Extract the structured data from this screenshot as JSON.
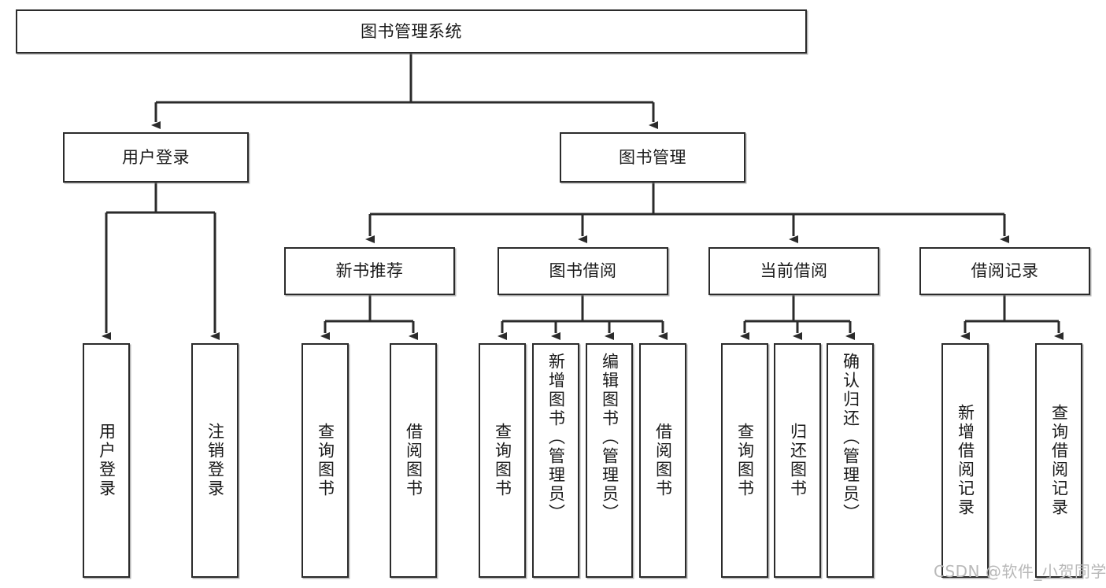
{
  "diagram": {
    "title": "图书管理系统",
    "type": "tree-hierarchy",
    "root": {
      "id": "root",
      "label": "图书管理系统"
    },
    "level2": [
      {
        "id": "user-login",
        "label": "用户登录"
      },
      {
        "id": "book-management",
        "label": "图书管理"
      }
    ],
    "level3": [
      {
        "id": "new-book-recommend",
        "label": "新书推荐",
        "parent": "book-management"
      },
      {
        "id": "book-borrow",
        "label": "图书借阅",
        "parent": "book-management"
      },
      {
        "id": "current-borrow",
        "label": "当前借阅",
        "parent": "book-management"
      },
      {
        "id": "borrow-record",
        "label": "借阅记录",
        "parent": "book-management"
      }
    ],
    "leaves": [
      {
        "id": "leaf-user-login",
        "label": "用户登录",
        "parent": "user-login"
      },
      {
        "id": "leaf-logout",
        "label": "注销登录",
        "parent": "user-login"
      },
      {
        "id": "leaf-query-book-1",
        "label": "查询图书",
        "parent": "new-book-recommend"
      },
      {
        "id": "leaf-borrow-book-1",
        "label": "借阅图书",
        "parent": "new-book-recommend"
      },
      {
        "id": "leaf-query-book-2",
        "label": "查询图书",
        "parent": "book-borrow"
      },
      {
        "id": "leaf-add-book",
        "label": "新增图书（管理员）",
        "parent": "book-borrow"
      },
      {
        "id": "leaf-edit-book",
        "label": "编辑图书（管理员）",
        "parent": "book-borrow"
      },
      {
        "id": "leaf-borrow-book-2",
        "label": "借阅图书",
        "parent": "book-borrow"
      },
      {
        "id": "leaf-query-book-3",
        "label": "查询图书",
        "parent": "current-borrow"
      },
      {
        "id": "leaf-return-book",
        "label": "归还图书",
        "parent": "current-borrow"
      },
      {
        "id": "leaf-confirm-return",
        "label": "确认归还（管理员）",
        "parent": "current-borrow"
      },
      {
        "id": "leaf-add-record",
        "label": "新增借阅记录",
        "parent": "borrow-record"
      },
      {
        "id": "leaf-query-record",
        "label": "查询借阅记录",
        "parent": "borrow-record"
      }
    ],
    "colors": {
      "stroke": "#2b2b2b",
      "fill": "#ffffff",
      "text": "#1a1a1a",
      "watermark": "#b9b9b9"
    }
  },
  "watermark": {
    "text": "CSDN @软件_小贺同学"
  }
}
